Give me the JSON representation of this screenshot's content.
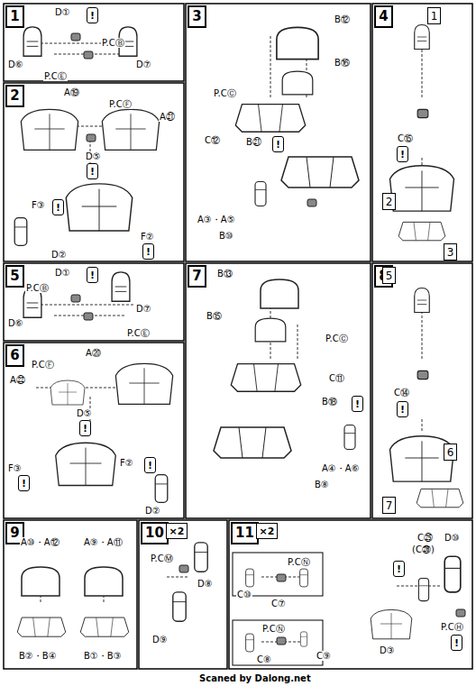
{
  "diagram": {
    "nodes": [
      {
        "text": [
          "1"
        ]
      },
      {
        "text": [
          "!"
        ]
      },
      {
        "text": [
          "2"
        ]
      },
      {
        "text": [
          "!"
        ]
      },
      {
        "text": [
          "!"
        ]
      },
      {
        "text": [
          "!"
        ]
      },
      {
        "text": [
          "3"
        ]
      },
      {
        "text": [
          "!"
        ]
      },
      {
        "text": [
          "4"
        ]
      },
      {
        "text": [
          "1"
        ]
      },
      {
        "text": [
          "!"
        ]
      },
      {
        "text": [
          "2"
        ]
      },
      {
        "text": [
          "3"
        ]
      },
      {
        "text": [
          "5"
        ]
      },
      {
        "text": [
          "!"
        ]
      },
      {
        "text": [
          "6"
        ]
      },
      {
        "text": [
          "!"
        ]
      },
      {
        "text": [
          "!"
        ]
      },
      {
        "text": [
          "!"
        ]
      },
      {
        "text": [
          "7"
        ]
      },
      {
        "text": [
          "!"
        ]
      },
      {
        "text": [
          "8"
        ]
      },
      {
        "text": [
          "5"
        ]
      },
      {
        "text": [
          "!"
        ]
      },
      {
        "text": [
          "6"
        ]
      },
      {
        "text": [
          "7"
        ]
      },
      {
        "text": [
          "9"
        ]
      },
      {
        "text": [
          "10"
        ]
      },
      {
        "text": [
          "×2"
        ]
      },
      {
        "text": [
          "11"
        ]
      },
      {
        "text": [
          "×2"
        ]
      },
      {
        "text": [
          "!"
        ]
      },
      {
        "text": [
          "!"
        ]
      }
    ],
    "labels": [
      "D①",
      "P.CⒷ",
      "D⑥",
      "D⑦",
      "P.CⒺ",
      "A⑲",
      "P.CⒻ",
      "A㉑",
      "D⑤",
      "F③",
      "F②",
      "D②",
      "B⑫",
      "B⑯",
      "P.CⒸ",
      "C⑫",
      "B㉑",
      "A③・A⑤",
      "B⑩",
      "C⑮",
      "D①",
      "P.CⒷ",
      "D⑦",
      "D⑥",
      "P.CⒺ",
      "A⑳",
      "P.CⒻ",
      "A㉒",
      "D⑤",
      "F②",
      "F③",
      "D②",
      "B⑬",
      "B⑮",
      "P.CⒸ",
      "C⑪",
      "B⑱",
      "A④・A⑥",
      "B⑧",
      "C⑭",
      "A⑩・A⑫",
      "A⑨・A⑪",
      "B②・B④",
      "B①・B③",
      "P.CⓂ",
      "D⑧",
      "D⑨",
      "C㉕",
      "(C㉖)",
      "D⑩",
      "P.CⓃ",
      "C⑩",
      "C⑦",
      "P.CⓃ",
      "C⑧",
      "C⑨",
      "D③",
      "P.CⒽ",
      "Scaned by Dalong.net"
    ]
  }
}
